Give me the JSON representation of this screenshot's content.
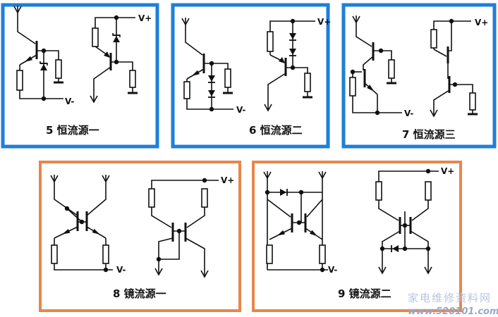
{
  "colors": {
    "blue_frame": "#1e7fd8",
    "orange_frame": "#e8864a",
    "wire": "#111111"
  },
  "panels": [
    {
      "id": "5",
      "label": "5 恒流源一",
      "vplus": "V+",
      "vminus": "V-"
    },
    {
      "id": "6",
      "label": "6 恒流源二",
      "vplus": "V+",
      "vminus": "V-"
    },
    {
      "id": "7",
      "label": "7 恒流源三",
      "vplus": "V+",
      "vminus": "V-"
    },
    {
      "id": "8",
      "label": "8 镜流源一",
      "vplus": "V+",
      "vminus": "V-"
    },
    {
      "id": "9",
      "label": "9 镜流源二",
      "vplus": "V+",
      "vminus": "V-"
    }
  ],
  "watermark": {
    "name": "家电维修资料网",
    "url": "www.520101.com"
  }
}
